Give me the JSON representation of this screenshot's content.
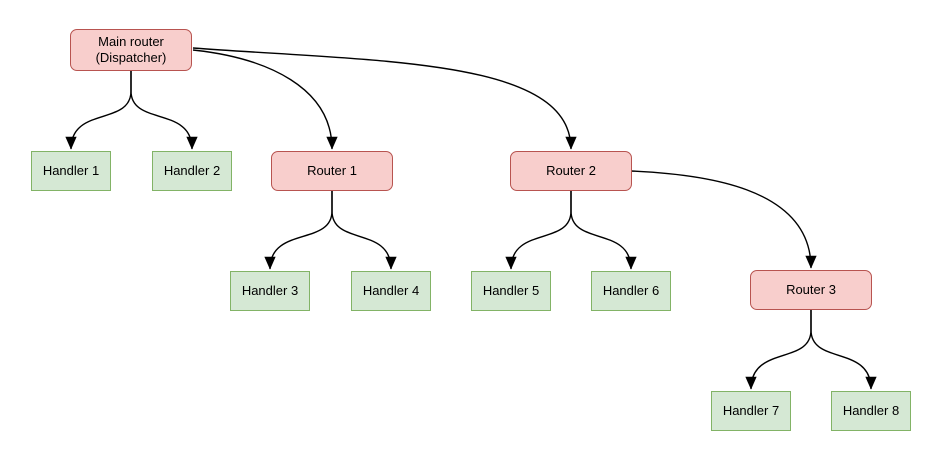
{
  "diagram": {
    "nodes": {
      "main": {
        "line1": "Main router",
        "line2": "(Dispatcher)",
        "type": "router"
      },
      "router1": {
        "label": "Router 1",
        "type": "router"
      },
      "router2": {
        "label": "Router 2",
        "type": "router"
      },
      "router3": {
        "label": "Router 3",
        "type": "router"
      },
      "handler1": {
        "label": "Handler 1",
        "type": "handler"
      },
      "handler2": {
        "label": "Handler 2",
        "type": "handler"
      },
      "handler3": {
        "label": "Handler 3",
        "type": "handler"
      },
      "handler4": {
        "label": "Handler 4",
        "type": "handler"
      },
      "handler5": {
        "label": "Handler 5",
        "type": "handler"
      },
      "handler6": {
        "label": "Handler 6",
        "type": "handler"
      },
      "handler7": {
        "label": "Handler 7",
        "type": "handler"
      },
      "handler8": {
        "label": "Handler 8",
        "type": "handler"
      }
    },
    "edges": [
      {
        "from": "main",
        "to": "handler1"
      },
      {
        "from": "main",
        "to": "handler2"
      },
      {
        "from": "main",
        "to": "router1"
      },
      {
        "from": "main",
        "to": "router2"
      },
      {
        "from": "router1",
        "to": "handler3"
      },
      {
        "from": "router1",
        "to": "handler4"
      },
      {
        "from": "router2",
        "to": "handler5"
      },
      {
        "from": "router2",
        "to": "handler6"
      },
      {
        "from": "router2",
        "to": "router3"
      },
      {
        "from": "router3",
        "to": "handler7"
      },
      {
        "from": "router3",
        "to": "handler8"
      }
    ],
    "colors": {
      "router_fill": "#f8cecc",
      "router_border": "#b85450",
      "handler_fill": "#d5e8d4",
      "handler_border": "#82b366",
      "edge": "#000000",
      "background": "#ffffff"
    }
  }
}
